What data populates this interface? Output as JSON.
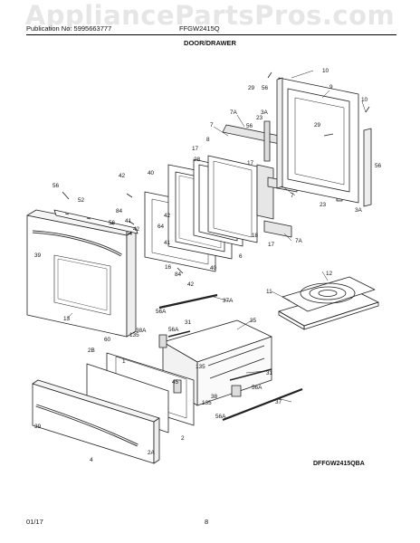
{
  "watermark": "AppliancePartsPros.com",
  "header": {
    "publication": "Publication No: 5995663777",
    "model": "FFGW2415Q"
  },
  "section_title": "DOOR/DRAWER",
  "part_labels": {
    "p10a": "10",
    "p29a": "29",
    "p56a": "56",
    "p9": "9",
    "p3Aa": "3A",
    "p7Aa": "7A",
    "p23a": "23",
    "p7a": "7",
    "p56b": "56",
    "p29b": "29",
    "p10b": "10",
    "p8": "8",
    "p17a": "17",
    "p28": "28",
    "p17b": "17",
    "p7b": "7",
    "p56c": "56",
    "p23b": "23",
    "p3Ab": "3A",
    "p42a": "42",
    "p40a": "40",
    "p56d": "56",
    "p52": "52",
    "p84a": "84",
    "p42b": "42",
    "p64a": "64",
    "p56e": "56",
    "p41a": "41",
    "p42c": "42",
    "p64b": "64",
    "p41b": "41",
    "p18": "18",
    "p17c": "17",
    "p7Ab": "7A",
    "p6": "6",
    "p39a": "39",
    "p16": "16",
    "p40b": "40",
    "p84b": "84",
    "p42d": "42",
    "p13": "13",
    "p37A": "37A",
    "p12": "12",
    "p11": "11",
    "p56A1": "56A",
    "p31a": "31",
    "p38A": "38A",
    "p56A2": "56A",
    "p135a": "135",
    "p35": "35",
    "p60": "60",
    "p2B": "2B",
    "p1": "1",
    "p135b": "135",
    "p31b": "31",
    "p45": "45",
    "p38": "38",
    "p56A3": "56A",
    "p37": "37",
    "p135c": "135",
    "p56A4": "56A",
    "p39b": "39",
    "p2": "2",
    "p2A": "2A",
    "p4": "4"
  },
  "diagram_code": "DFFGW2415QBA",
  "footer": {
    "date": "01/17",
    "page": "8"
  }
}
